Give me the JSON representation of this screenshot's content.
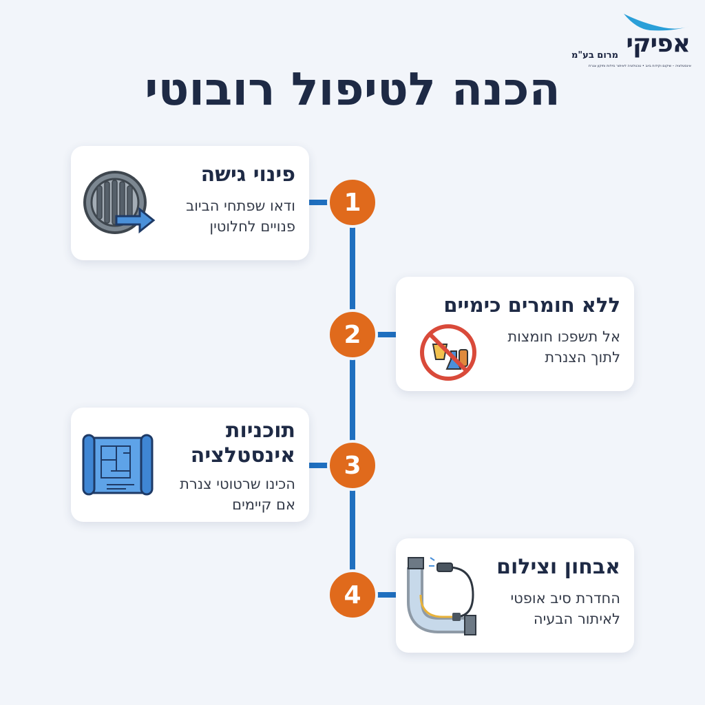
{
  "logo": {
    "brand": "אפיקי",
    "sub": "מרום בע\"מ",
    "tagline": "אינסטלציה – שיקום וקידוח ביוב • טכנולוגיה לאיתור נזילות ותיקון צנרת"
  },
  "title": "הכנה לטיפול רובוטי",
  "accent_colors": {
    "line": "#1f6fbf",
    "number": "#e06a1c",
    "title": "#1e2a45"
  },
  "steps": [
    {
      "number": "1",
      "title": "פינוי גישה",
      "desc": [
        "ודאו שפתחי הביוב",
        "פנויים לחלוטין"
      ],
      "icon": "manhole-arrow-icon"
    },
    {
      "number": "2",
      "title": "ללא חומרים כימיים",
      "desc": [
        "אל תשפכו חומצות",
        "לתוך הצנרת"
      ],
      "icon": "no-chemicals-icon"
    },
    {
      "number": "3",
      "title": "תוכניות אינסטלציה",
      "desc": [
        "הכינו שרטוטי צנרת",
        "אם קיימים"
      ],
      "icon": "blueprint-icon"
    },
    {
      "number": "4",
      "title": "אבחון וצילום",
      "desc": [
        "החדרת סיב אופטי",
        "לאיתור הבעיה"
      ],
      "icon": "pipe-camera-icon"
    }
  ]
}
